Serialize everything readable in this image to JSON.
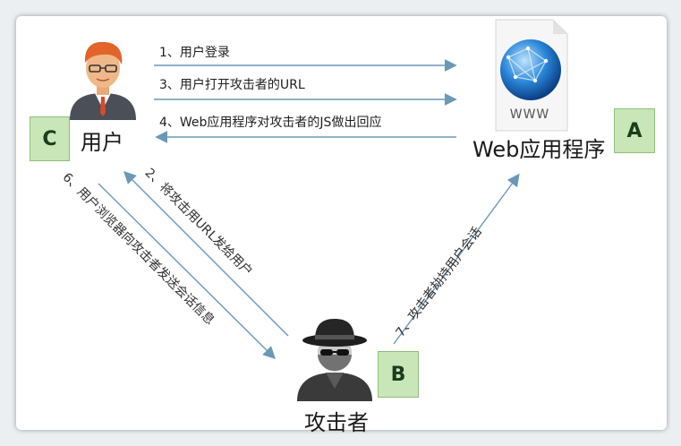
{
  "nodes": {
    "user": {
      "label": "用户",
      "badge": "C"
    },
    "webapp": {
      "label": "Web应用程序",
      "badge": "A",
      "globe_text": "WWW"
    },
    "attacker": {
      "label": "攻击者",
      "badge": "B"
    }
  },
  "steps": {
    "s1": "1、用户登录",
    "s3": "3、用户打开攻击者的URL",
    "s4": "4、Web应用程序对攻击者的JS做出回应",
    "s2": "2、将攻击用URL发给用户",
    "s6": "6、用户浏览器向攻击者发送会话信息",
    "s7": "7、攻击者劫持用户会话"
  }
}
